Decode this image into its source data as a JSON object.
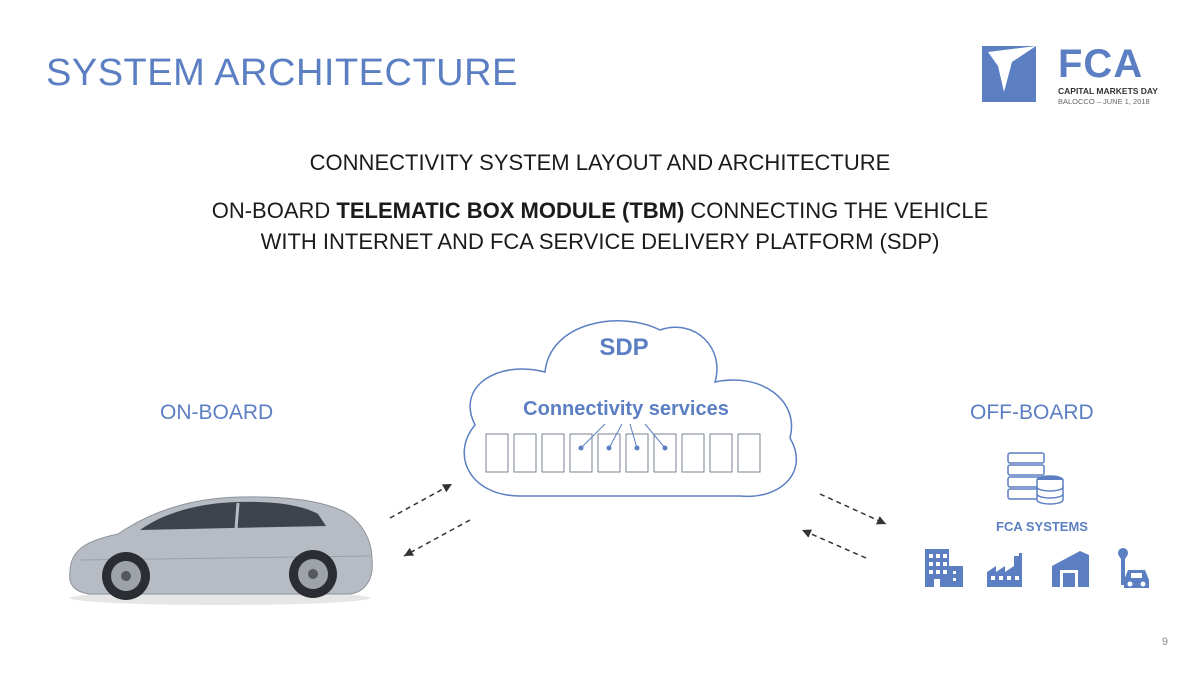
{
  "slide": {
    "title": "SYSTEM ARCHITECTURE",
    "page_number": "9"
  },
  "logo": {
    "brand": "FCA",
    "event": "CAPITAL MARKETS DAY",
    "place_date": "BALOCCO – JUNE 1, 2018"
  },
  "headline": {
    "line1": "CONNECTIVITY SYSTEM LAYOUT AND ARCHITECTURE",
    "line2_prefix": "ON-BOARD ",
    "line2_bold": "TELEMATIC BOX MODULE (TBM)",
    "line2_suffix": " CONNECTING THE VEHICLE",
    "line3": "WITH INTERNET AND FCA SERVICE DELIVERY PLATFORM (SDP)"
  },
  "diagram": {
    "onboard_label": "ON-BOARD",
    "offboard_label": "OFF-BOARD",
    "cloud_title": "SDP",
    "cloud_subtitle": "Connectivity services",
    "systems_label": "FCA SYSTEMS",
    "system_icons": [
      "office-building-icon",
      "factory-icon",
      "warehouse-icon",
      "car-service-icon"
    ],
    "accent_color": "#5b7fc2"
  }
}
